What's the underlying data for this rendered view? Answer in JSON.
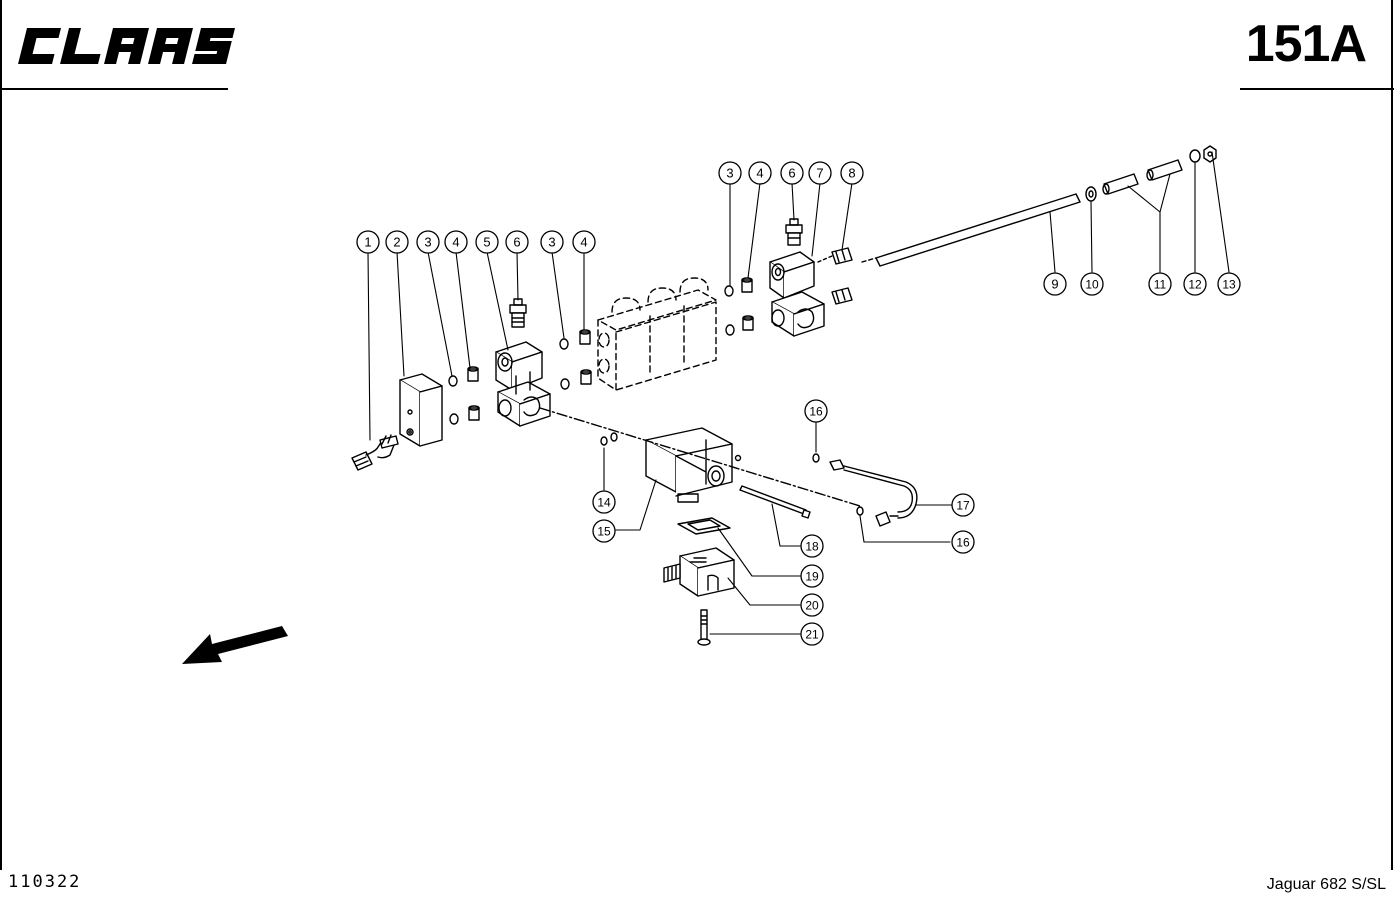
{
  "header": {
    "brand": "CLAAS",
    "page_number": "151A"
  },
  "footer": {
    "document_number": "110322",
    "model": "Jaguar 682 S/SL"
  },
  "callouts": [
    "1",
    "2",
    "3",
    "4",
    "5",
    "6",
    "3",
    "4",
    "3",
    "4",
    "6",
    "7",
    "8",
    "9",
    "10",
    "11",
    "12",
    "13",
    "14",
    "15",
    "16",
    "16",
    "17",
    "18",
    "19",
    "20",
    "21"
  ],
  "icons": {
    "direction": "arrow-down-left-icon"
  }
}
